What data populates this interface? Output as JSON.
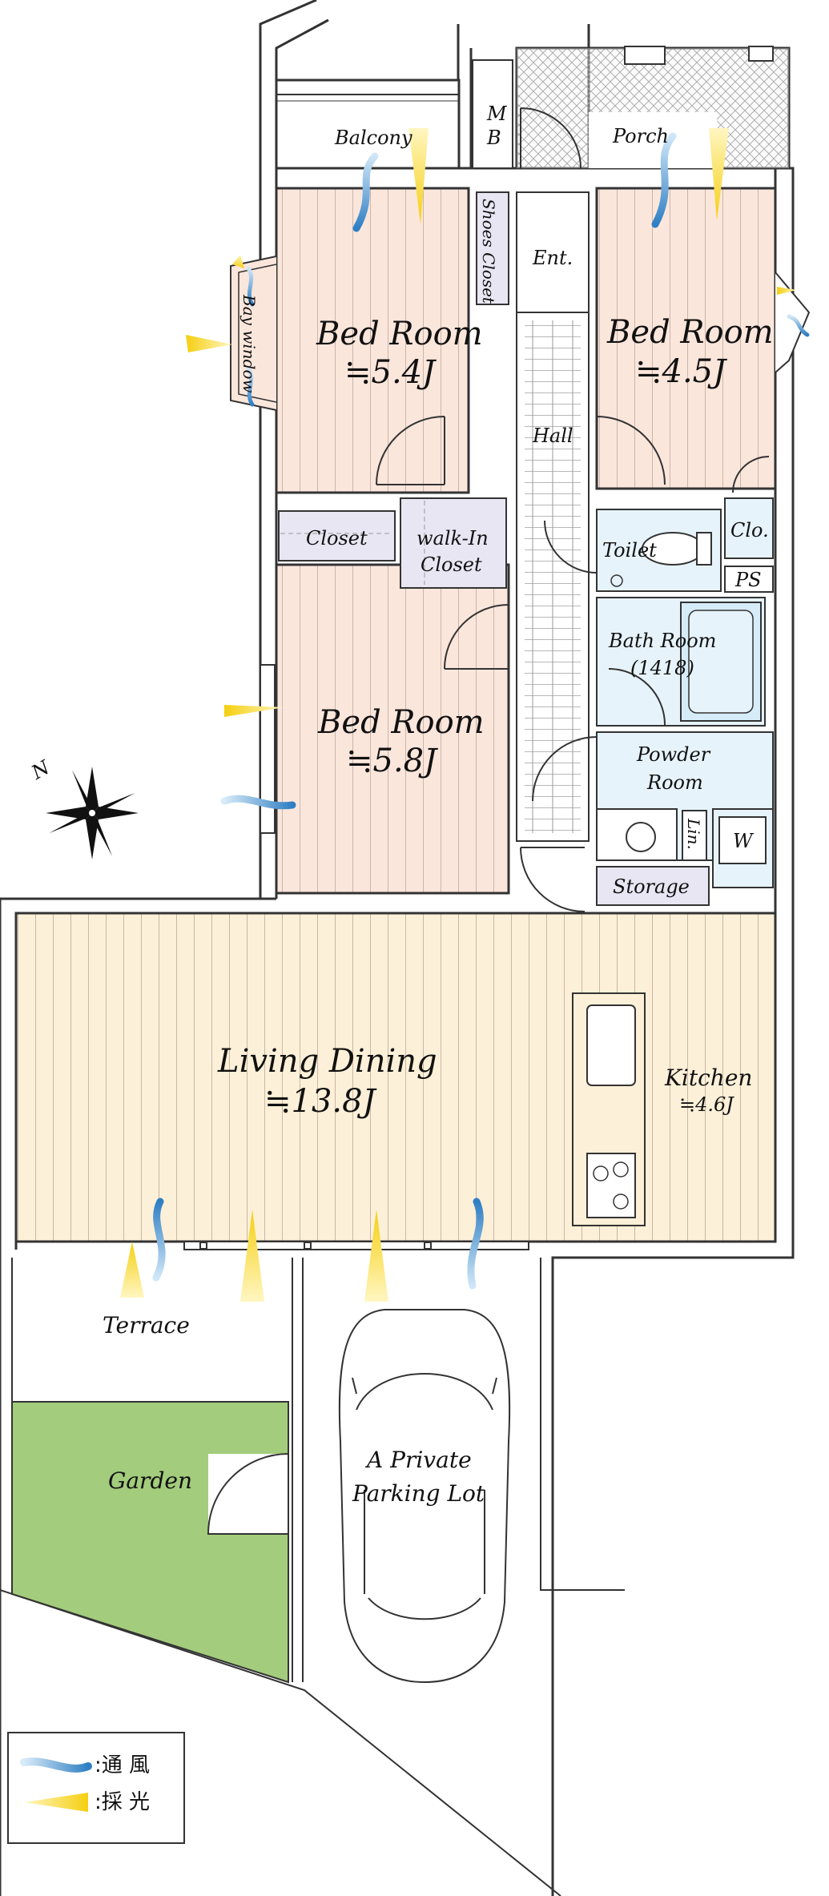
{
  "colors": {
    "bedroom": "#fbe6dc",
    "living": "#fdf0d8",
    "wet": "#e6f3fb",
    "storage": "#e8e6f2",
    "garden": "#a3cc7c",
    "wall": "#333333",
    "wind": "#3b86c8",
    "light": "#f5d21a"
  },
  "rooms": {
    "balcony": "Balcony",
    "porch": "Porch",
    "mb": [
      "M",
      "B"
    ],
    "shoes_closet": "Shoes Closet",
    "entrance": "Ent.",
    "hall": "Hall",
    "bay_window": "Bay window",
    "bedroom1": {
      "name": "Bed Room",
      "size": "≒5.4J"
    },
    "bedroom2": {
      "name": "Bed Room",
      "size": "≒4.5J"
    },
    "bedroom3": {
      "name": "Bed Room",
      "size": "≒5.8J"
    },
    "closet": "Closet",
    "walk_in_closet": [
      "walk-In",
      "Closet"
    ],
    "toilet": "Toilet",
    "clo": "Clo.",
    "ps": "PS",
    "bath": [
      "Bath Room",
      "(1418)"
    ],
    "powder": [
      "Powder",
      "Room"
    ],
    "lin": "Lin.",
    "washer": "W",
    "storage": "Storage",
    "living": {
      "name": "Living Dining",
      "size": "≒13.8J"
    },
    "kitchen": {
      "name": "Kitchen",
      "size": "≒4.6J"
    },
    "terrace": "Terrace",
    "garden": "Garden",
    "parking": [
      "A Private",
      "Parking Lot"
    ]
  },
  "compass": "N",
  "legend": {
    "wind": ":通 風",
    "light": ":採 光"
  }
}
